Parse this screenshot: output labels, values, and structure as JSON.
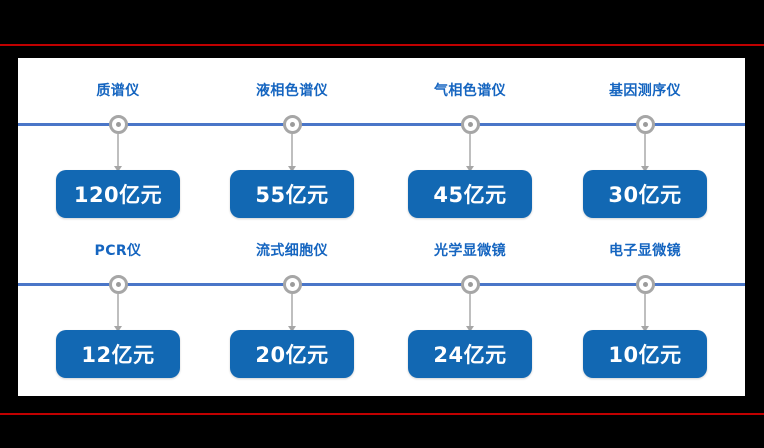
{
  "colors": {
    "background": "#000000",
    "rule": "#C00000",
    "card": "#FFFFFF",
    "axis": "#4A76C8",
    "label": "#1565C0",
    "box": "#1268B3",
    "box_text": "#FFFFFF",
    "marker_ring": "#A6A6A6",
    "stem": "#BFBFBF"
  },
  "chart_data": {
    "type": "bar",
    "title": "",
    "subtitle": "",
    "xlabel": "",
    "ylabel": "",
    "legend": [],
    "grid": false,
    "unit": "亿元",
    "layout": "two-row timeline with value callout boxes",
    "categories": [
      "质谱仪",
      "液相色谱仪",
      "气相色谱仪",
      "基因测序仪",
      "PCR仪",
      "流式细胞仪",
      "光学显微镜",
      "电子显微镜"
    ],
    "values": [
      120,
      55,
      45,
      30,
      12,
      20,
      24,
      10
    ],
    "value_labels": [
      "120亿元",
      "55亿元",
      "45亿元",
      "30亿元",
      "12亿元",
      "20亿元",
      "24亿元",
      "10亿元"
    ]
  },
  "rows": [
    {
      "nodes": [
        {
          "label": "质谱仪",
          "value": "120亿元"
        },
        {
          "label": "液相色谱仪",
          "value": "55亿元"
        },
        {
          "label": "气相色谱仪",
          "value": "45亿元"
        },
        {
          "label": "基因测序仪",
          "value": "30亿元"
        }
      ]
    },
    {
      "nodes": [
        {
          "label": "PCR仪",
          "value": "12亿元"
        },
        {
          "label": "流式细胞仪",
          "value": "20亿元"
        },
        {
          "label": "光学显微镜",
          "value": "24亿元"
        },
        {
          "label": "电子显微镜",
          "value": "10亿元"
        }
      ]
    }
  ]
}
